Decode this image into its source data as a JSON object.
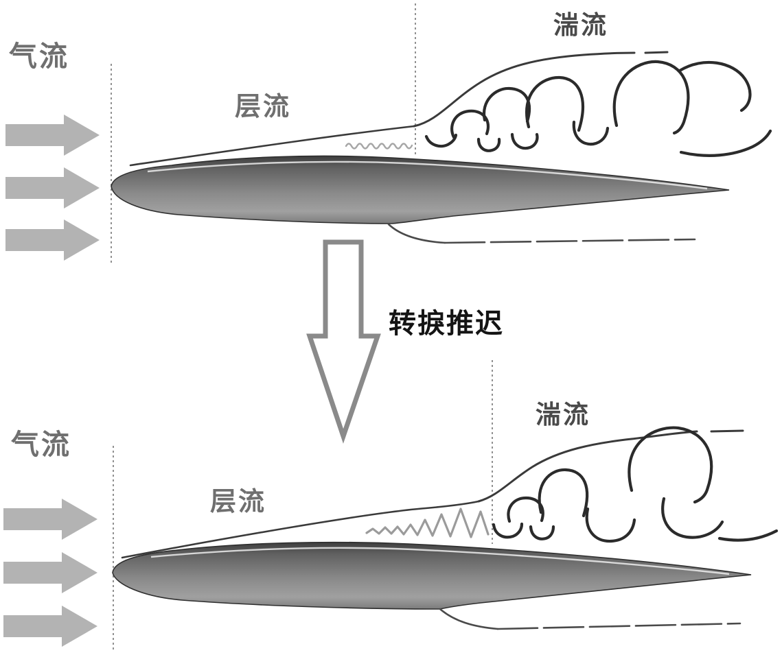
{
  "figure": {
    "type": "flow-transition-diagram",
    "panels": [
      "top-airfoil-flow",
      "bottom-airfoil-flow-delayed"
    ]
  },
  "labels": {
    "airflow": "气流",
    "laminar": "层流",
    "turbulent": "湍流",
    "transition_delay": "转捩推迟"
  },
  "icons": {
    "flow_arrow": "filled-right-arrow",
    "transition_arrow": "outlined-down-arrow",
    "transition_point_marker": "dotted-vertical-line",
    "inflow_reference": "dotted-vertical-line"
  },
  "colors": {
    "background": "#ffffff",
    "flow_arrow": "#b3b3b3",
    "label_gray": "#6f6f6f",
    "turbulence_label": "#4a4a4a",
    "transition_label": "#141414",
    "eddy_stroke": "#2b2b2b",
    "boundary_line": "#3a3a3a",
    "airfoil_dark": "#3e3e3e",
    "airfoil_light": "#9c9c9c",
    "dotted_line": "#909090",
    "instability_wave": "#9b9b9b",
    "outline_arrow": "#8a8a8a"
  }
}
